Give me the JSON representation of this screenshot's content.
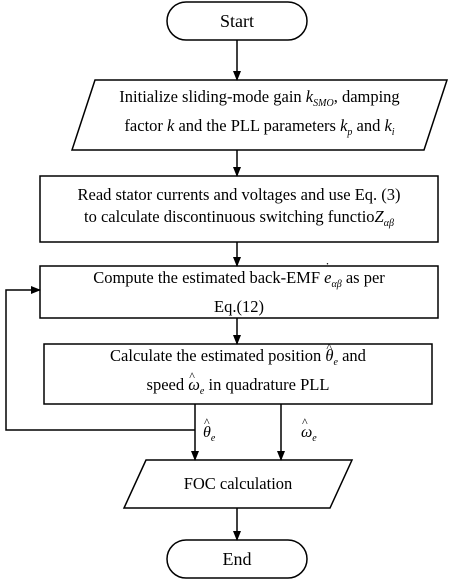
{
  "nodes": {
    "start": {
      "label": "Start"
    },
    "init": {
      "line1_pre": "Initialize sliding-mode gain ",
      "line1_var": "k",
      "line1_sub": "SMO",
      "line1_post": ", damping",
      "line2_a": "factor ",
      "line2_var_k": "k",
      "line2_b": " and the PLL parameters ",
      "line2_var_kp": "k",
      "line2_sub_kp": "p",
      "line2_c": " and ",
      "line2_var_ki": "k",
      "line2_sub_ki": "i"
    },
    "read": {
      "line1": "Read stator currents and voltages and use Eq. (3)",
      "line2_pre": "to calculate discontinuous switching functio",
      "line2_var": "Z",
      "line2_sub": "αβ"
    },
    "compute": {
      "line1_pre": "Compute the estimated back-EMF ",
      "line1_var": "e",
      "line1_sub": "αβ",
      "line1_post": " as per",
      "line2": "Eq.(12)"
    },
    "calculate": {
      "line1_pre": "Calculate the estimated position ",
      "line1_var": "θ",
      "line1_sub": "e",
      "line1_post": " and",
      "line2_pre": "speed ",
      "line2_var": "ω",
      "line2_sub": "e",
      "line2_post": " in quadrature PLL"
    },
    "foc": {
      "label": "FOC calculation"
    },
    "end": {
      "label": "End"
    }
  },
  "signals": {
    "theta": {
      "var": "θ",
      "sub": "e"
    },
    "omega": {
      "var": "ω",
      "sub": "e"
    }
  }
}
